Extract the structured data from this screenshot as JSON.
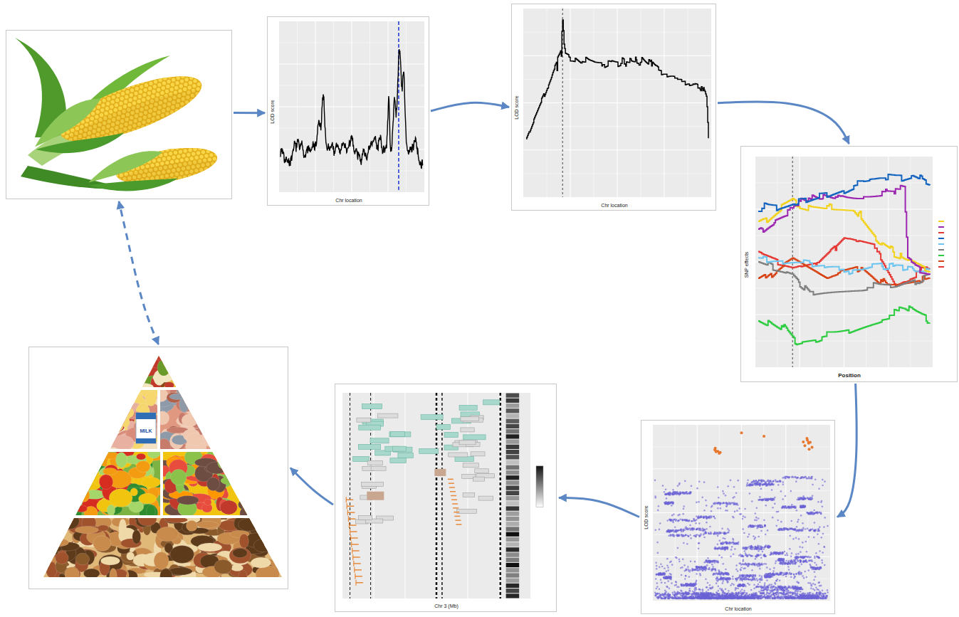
{
  "diagram": {
    "nodes": [
      {
        "text": []
      },
      {
        "text": [
          "Chr location",
          "LOD score"
        ]
      },
      {
        "text": [
          "Chr location",
          "LOD score"
        ]
      },
      {
        "text": [
          "Position",
          "SNP effects"
        ]
      },
      {
        "text": [
          "Chr location",
          "LOD score"
        ]
      },
      {
        "text": [
          "Chr 3 (Mb)"
        ]
      },
      {
        "text": [
          "MILK"
        ]
      }
    ],
    "edges": [
      {
        "from": 0,
        "to": 1,
        "arrow": "to"
      },
      {
        "from": 1,
        "to": 2,
        "arrow": "to"
      },
      {
        "from": 2,
        "to": 3,
        "arrow": "to"
      },
      {
        "from": 3,
        "to": 4,
        "arrow": "to"
      },
      {
        "from": 4,
        "to": 5,
        "arrow": "to"
      },
      {
        "from": 5,
        "to": 6,
        "arrow": "to"
      },
      {
        "from": 6,
        "to": 0,
        "arrow": "both"
      }
    ]
  }
}
